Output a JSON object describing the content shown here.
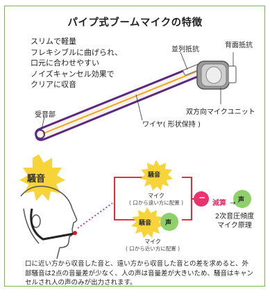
{
  "title": "パイプ式ブームマイクの特徴",
  "features": [
    "スリムで軽量",
    "フレキシブルに曲げられ、",
    "口元に合わせやすい",
    "ノイズキャンセル効果で",
    "クリアに収音"
  ],
  "labels": {
    "parallel_resistor": "並列抵抗",
    "back_resistor": "背面抵抗",
    "bidirectional_unit": "双方向マイクユニット",
    "receiver": "受音部",
    "wire": "ワイヤ( 形状保持 )"
  },
  "diagram": {
    "noise": "騒音",
    "voice": "声",
    "mic_far_name": "マイク",
    "mic_far_note": "( 口から遠い方に配置 )",
    "mic_near_name": "マイク",
    "mic_near_note": "( 口から近い方に配置 )",
    "minus_symbol": "−",
    "subtract": "減算",
    "arrow": "→",
    "principle_line1": "2次音圧傾度",
    "principle_line2": "マイク原理"
  },
  "footer": "口に近い方から収音した音と、遠い方から収音した音との差を求めると、外部騒音は2点の音量差が少なく、人の声は音量差が大きいため、騒音はキャンセルされ人の声のみが出力されます。",
  "colors": {
    "frame": "#7ab648",
    "burst": "#f7d43a",
    "voice_green": "#8ed16a",
    "minus_pink": "#e8336e",
    "wire_orange": "#f2a51f",
    "pipe_purple": "#5a2a82",
    "bracket_red": "#d71920"
  }
}
